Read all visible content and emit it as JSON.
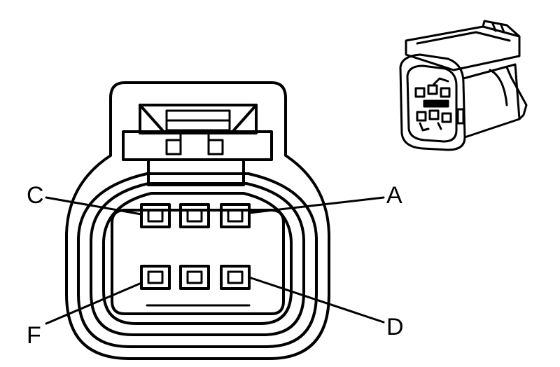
{
  "diagram": {
    "pin_labels": {
      "c": "C",
      "a": "A",
      "f": "F",
      "d": "D"
    }
  }
}
